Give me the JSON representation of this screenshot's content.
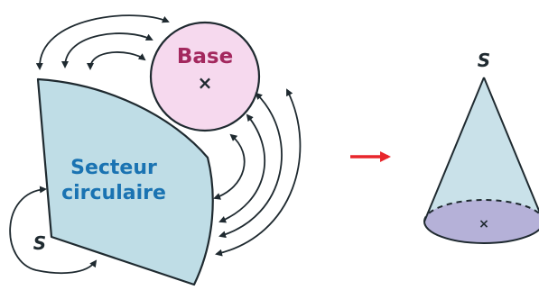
{
  "base": {
    "label": "Base",
    "center_mark": "×"
  },
  "sector": {
    "label_line1": "Secteur",
    "label_line2": "circulaire",
    "apex_label": "S"
  },
  "cone": {
    "apex_label": "S",
    "center_mark": "×"
  },
  "colors": {
    "base_fill": "#f6d9ee",
    "base_label": "#a3285e",
    "sector_fill": "#bfdde6",
    "sector_label": "#1a73b2",
    "cone_fill": "#c9e1e9",
    "cone_base_fill": "#b5b1d8",
    "outline": "#1f2a30",
    "transform_arrow": "#e8262b"
  }
}
